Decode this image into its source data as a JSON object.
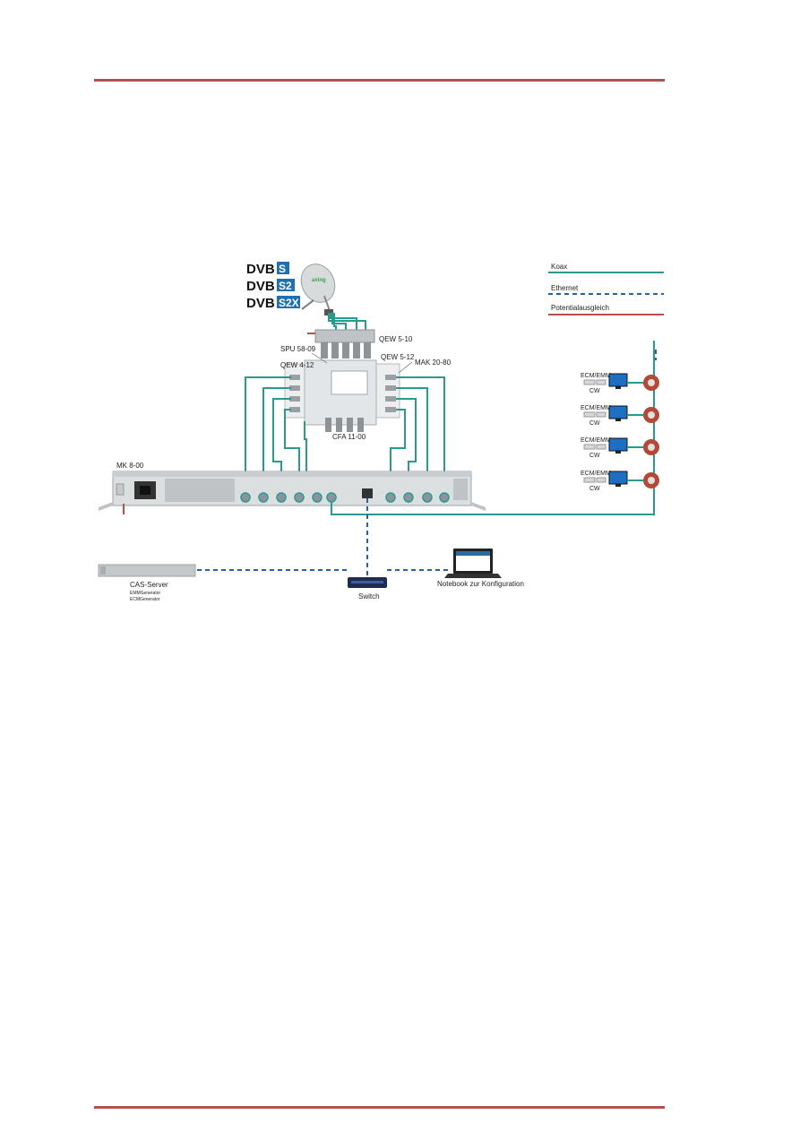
{
  "legend": {
    "koax": "Koax",
    "ethernet": "Ethernet",
    "potential": "Potentialausgleich"
  },
  "dvb_logos": [
    {
      "prefix": "DVB",
      "suffix": "S"
    },
    {
      "prefix": "DVB",
      "suffix": "S2"
    },
    {
      "prefix": "DVB",
      "suffix": "S2X"
    }
  ],
  "dish_brand": "axing",
  "labels": {
    "qew510": "QEW 5-10",
    "spu": "SPU 58-09",
    "qew412": "QEW 4-12",
    "qew512": "QEW 5-12",
    "mak": "MAK 20-80",
    "cfa": "CFA 11-00",
    "mk": "MK 8-00",
    "cas_server": "CAS-Server",
    "cas_sub1": "EMMGenerator",
    "cas_sub2": "ECMGenerator",
    "switch": "Switch",
    "notebook": "Notebook zur Konfiguration"
  },
  "receivers": [
    {
      "label": "ECM/EMM",
      "sub": "CW"
    },
    {
      "label": "ECM/EMM",
      "sub": "CW"
    },
    {
      "label": "ECM/EMM",
      "sub": "CW"
    },
    {
      "label": "ECM/EMM",
      "sub": "CW"
    }
  ],
  "colors": {
    "koax": "#2a9a8f",
    "ethernet": "#2560a8",
    "potential": "#b5504b",
    "rule": "#b5504b"
  }
}
